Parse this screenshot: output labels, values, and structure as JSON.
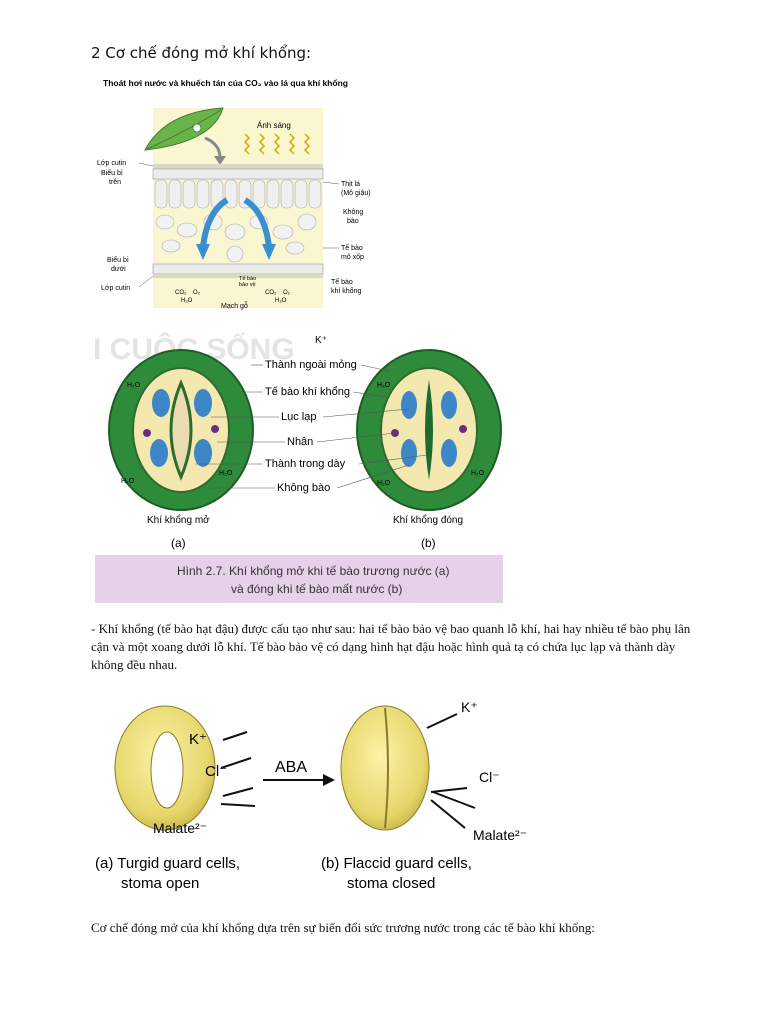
{
  "heading": "2 Cơ chế đóng mở khí khổng:",
  "figure1": {
    "title": "Thoát hơi nước và khuếch tán của CO₂ vào lá qua khí khổng",
    "labels": {
      "lop_cutin_top": "Lớp cutin",
      "bieu_bi_tren": "Biểu bì",
      "bieu_bi_tren2": "trên",
      "anh_sang": "Ánh sáng",
      "thit_la": "Thịt lá",
      "mo_giau": "(Mô giậu)",
      "khong_bao": "Không",
      "khong_bao2": "bào",
      "te_bao_mo_xop": "Tế bào",
      "te_bao_mo_xop2": "mô xốp",
      "bieu_bi_duoi": "Biểu bì",
      "bieu_bi_duoi2": "dưới",
      "lop_cutin_bottom": "Lớp cutin",
      "te_bao_bao_ve": "Tế bào",
      "te_bao_bao_ve2": "bảo vệ",
      "mach_go": "Mạch gỗ",
      "te_bao_khi_khong": "Tế bào",
      "te_bao_khi_khong2": "khí khổng",
      "co2": "CO₂",
      "o2": "O₂",
      "h2o": "H₂O"
    }
  },
  "figure2": {
    "watermark": "I CUỘC SỐNG",
    "labels": {
      "k": "K⁺",
      "thanh_ngoai_mong": "Thành ngoài mỏng",
      "te_bao_khi_khong": "Tế bào khí khổng",
      "luc_lap": "Lục lạp",
      "nhan": "Nhân",
      "thanh_trong_day": "Thành trong dày",
      "khong_bao": "Không bào",
      "h2o": "H₂O"
    },
    "caption_a": "Khí khổng mở",
    "caption_b": "Khí khổng đóng",
    "letter_a": "(a)",
    "letter_b": "(b)",
    "caption_line1": "Hình 2.7. Khí khổng mở khi tế bào trương nước (a)",
    "caption_line2": "và đóng khi tế bào mất nước (b)"
  },
  "paragraph1": "- Khí khổng (tế bào hạt đậu) được cấu tạo như sau: hai tế bào bảo vệ bao quanh lỗ khí, hai hay nhiều tế bào phụ lân cận và một xoang dưới lỗ khí. Tế bào bảo vệ có dạng hình hạt đậu hoặc hình quả tạ có chứa lục lạp và thành dày không đều nhau.",
  "figure3": {
    "k": "K⁺",
    "cl": "Cl⁻",
    "malate": "Malate²⁻",
    "aba": "ABA",
    "k_b": "K⁺",
    "cl_b": "Cl⁻",
    "malate_b": "Malate²⁻",
    "caption_a1": "(a) Turgid guard cells,",
    "caption_a2": "stoma open",
    "caption_b1": "(b) Flaccid guard cells,",
    "caption_b2": "stoma closed"
  },
  "paragraph2": "Cơ chế đóng mở của khí khổng dựa trên sự biến đổi sức trương nước trong các tế bào khí khổng:"
}
